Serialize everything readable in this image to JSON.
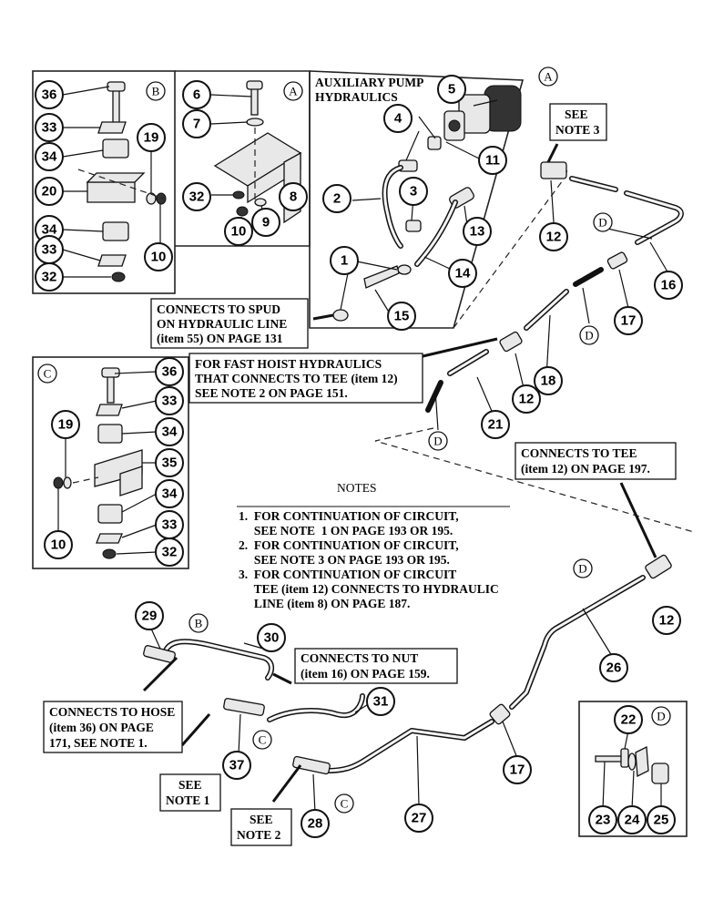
{
  "title": "AUXILIARY PUMP\nHYDRAULICS",
  "title_lines": [
    "AUXILIARY PUMP",
    "HYDRAULICS"
  ],
  "section_letters": [
    "A",
    "B",
    "C",
    "D"
  ],
  "callouts": {
    "b_panel": [
      "36",
      "33",
      "34",
      "20",
      "34",
      "33",
      "32",
      "19",
      "10"
    ],
    "a_panel": [
      "6",
      "7",
      "32",
      "10",
      "9",
      "8"
    ],
    "pump": [
      "5",
      "4",
      "11",
      "3",
      "2",
      "13",
      "1",
      "14",
      "15"
    ],
    "right_upper": [
      "12",
      "16",
      "17",
      "18",
      "12",
      "21"
    ],
    "c_panel": [
      "36",
      "33",
      "34",
      "35",
      "34",
      "33",
      "32",
      "19",
      "10"
    ],
    "lower": [
      "12",
      "29",
      "30",
      "31",
      "37",
      "28",
      "27",
      "17",
      "26"
    ],
    "d_panel": [
      "22",
      "23",
      "24",
      "25"
    ]
  },
  "notes": {
    "heading": "NOTES",
    "items": [
      "1.  FOR CONTINUATION OF CIRCUIT,",
      "     SEE NOTE  1 ON PAGE 193 OR 195.",
      "2.  FOR CONTINUATION OF CIRCUIT,",
      "     SEE NOTE 3 ON PAGE 193 OR 195.",
      "3.  FOR CONTINUATION OF CIRCUIT",
      "     TEE (item 12) CONNECTS TO HYDRAULIC",
      "     LINE (item 8) ON PAGE 187."
    ]
  },
  "boxed_labels": {
    "spud": [
      "CONNECTS TO SPUD",
      "ON HYDRAULIC LINE",
      "(item 55) ON PAGE 131"
    ],
    "fast_hoist": [
      "FOR FAST HOIST HYDRAULICS",
      "THAT CONNECTS TO TEE (item 12)",
      "SEE NOTE 2 ON PAGE 151."
    ],
    "tee_197": [
      "CONNECTS TO TEE",
      "(item 12) ON PAGE 197."
    ],
    "nut_159": [
      "CONNECTS TO NUT",
      "(item 16) ON PAGE 159."
    ],
    "hose_171": [
      "CONNECTS TO HOSE",
      "(item 36) ON PAGE",
      "171, SEE NOTE 1."
    ],
    "see_note_1": [
      "SEE",
      "NOTE 1"
    ],
    "see_note_2": [
      "SEE",
      "NOTE 2"
    ],
    "see_note_3": [
      "SEE",
      "NOTE 3"
    ]
  }
}
